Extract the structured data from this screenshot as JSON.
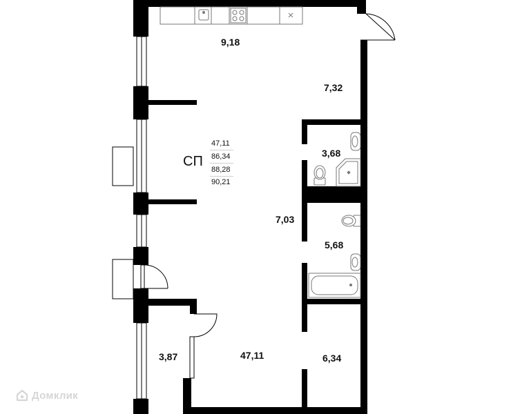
{
  "plan": {
    "type_label": "СП",
    "areas_list": [
      "47,11",
      "86,34",
      "88,28",
      "90,21"
    ],
    "rooms": {
      "kitchen": "9,18",
      "hall_top": "7,32",
      "bath_small": "3,68",
      "corridor": "7,03",
      "bath_large": "5,68",
      "closet": "3,87",
      "living": "47,11",
      "bedroom": "6,34"
    }
  },
  "watermark": {
    "text": "Домклик",
    "icon": "house-logo-icon"
  },
  "colors": {
    "wall": "#000000",
    "fixture": "#777777",
    "watermark": "#d6d6d6"
  }
}
